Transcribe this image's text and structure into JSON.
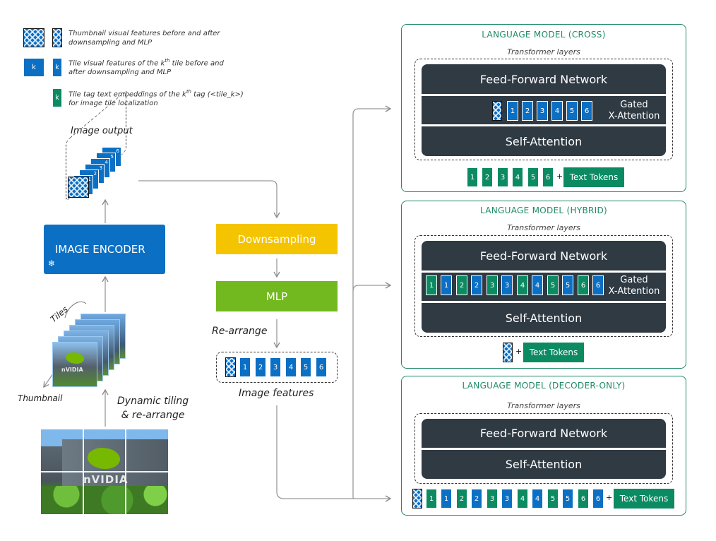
{
  "legend": {
    "thumbnail_line1": "Thumbnail visual features before and after",
    "thumbnail_line2": "downsampling and MLP",
    "tile_line1_pre": "Tile visual features of the k",
    "tile_sup": "th",
    "tile_line1_post": " tile before and",
    "tile_line2": "after downsampling and MLP",
    "tag_line1_pre": "Tile tag text embeddings of the k",
    "tag_sup": "th",
    "tag_line1_post": " tag (<tile_k>)",
    "tag_line2": "for image tile localization",
    "k": "k"
  },
  "left": {
    "image_output": "Image output",
    "image_encoder": "IMAGE ENCODER",
    "snowflake": "❄",
    "tiles": "Tiles",
    "thumbnail": "Thumbnail",
    "dynamic_tiling_1": "Dynamic tiling",
    "dynamic_tiling_2": "& re-arrange",
    "stack_numbers": [
      "1",
      "2",
      "3",
      "4",
      "5",
      "6"
    ],
    "photo_logo_text": "nVIDIA"
  },
  "middle": {
    "downsampling": "Downsampling",
    "mlp": "MLP",
    "rearrange": "Re-arrange",
    "image_features": "Image features",
    "feature_numbers": [
      "1",
      "2",
      "3",
      "4",
      "5",
      "6"
    ]
  },
  "cross": {
    "title": "LANGUAGE MODEL (CROSS)",
    "transformer_layers": "Transformer layers",
    "ffn": "Feed-Forward Network",
    "gated_1": "Gated",
    "gated_2": "X-Attention",
    "self_attention": "Self-Attention",
    "inner_tokens": [
      "1",
      "2",
      "3",
      "4",
      "5",
      "6"
    ],
    "input_tokens": [
      "1",
      "2",
      "3",
      "4",
      "5",
      "6"
    ],
    "plus": "+",
    "text_tokens": "Text Tokens"
  },
  "hybrid": {
    "title": "LANGUAGE MODEL (HYBRID)",
    "transformer_layers": "Transformer layers",
    "ffn": "Feed-Forward Network",
    "gated_1": "Gated",
    "gated_2": "X-Attention",
    "self_attention": "Self-Attention",
    "inner_tokens": [
      "1",
      "1",
      "2",
      "2",
      "3",
      "3",
      "4",
      "4",
      "5",
      "5",
      "6",
      "6"
    ],
    "plus": "+",
    "text_tokens": "Text Tokens"
  },
  "decoder": {
    "title": "LANGUAGE MODEL (DECODER-ONLY)",
    "transformer_layers": "Transformer layers",
    "ffn": "Feed-Forward Network",
    "self_attention": "Self-Attention",
    "input_tokens": [
      "1",
      "1",
      "2",
      "2",
      "3",
      "3",
      "4",
      "4",
      "5",
      "5",
      "6",
      "6"
    ],
    "plus": "+",
    "text_tokens": "Text Tokens"
  },
  "colors": {
    "blue": "#0b6fc4",
    "green": "#0c8a62",
    "dark": "#2f3a43",
    "yellow": "#f5c400",
    "lime": "#72b81f",
    "frame_green": "#1f8a63"
  }
}
